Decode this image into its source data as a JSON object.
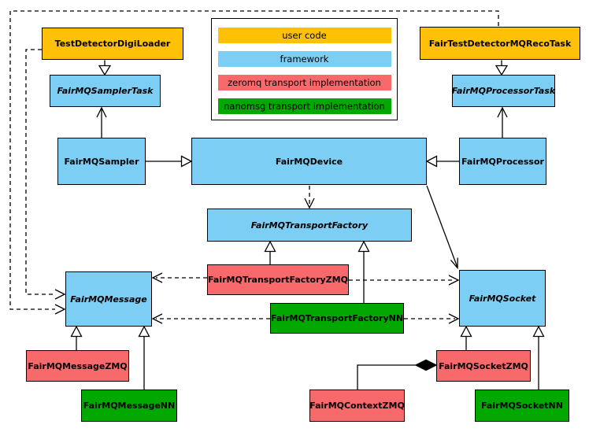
{
  "palette": {
    "user_code": "#FFC107",
    "framework": "#7CCEF4",
    "zeromq": "#F8696B",
    "nanomsg": "#00A800"
  },
  "legend": {
    "items": [
      {
        "label": "user code",
        "color": "#FFC107"
      },
      {
        "label": "framework",
        "color": "#7CCEF4"
      },
      {
        "label": "zeromq transport implementation",
        "color": "#F8696B"
      },
      {
        "label": "nanomsg transport implementation",
        "color": "#00A800"
      }
    ]
  },
  "nodes": {
    "testDetectorDigiLoader": {
      "label": "TestDetectorDigiLoader",
      "color": "#FFC107",
      "italic": false
    },
    "fairTestDetectorMQRecoTask": {
      "label": "FairTestDetectorMQRecoTask",
      "color": "#FFC107",
      "italic": false
    },
    "fairMQSamplerTask": {
      "label": "FairMQSamplerTask",
      "color": "#7CCEF4",
      "italic": true
    },
    "fairMQProcessorTask": {
      "label": "FairMQProcessorTask",
      "color": "#7CCEF4",
      "italic": true
    },
    "fairMQSampler": {
      "label": "FairMQSampler",
      "color": "#7CCEF4",
      "italic": false
    },
    "fairMQDevice": {
      "label": "FairMQDevice",
      "color": "#7CCEF4",
      "italic": false
    },
    "fairMQProcessor": {
      "label": "FairMQProcessor",
      "color": "#7CCEF4",
      "italic": false
    },
    "fairMQTransportFactory": {
      "label": "FairMQTransportFactory",
      "color": "#7CCEF4",
      "italic": true
    },
    "fairMQTransportFactoryZMQ": {
      "label": "FairMQTransportFactoryZMQ",
      "color": "#F8696B",
      "italic": false
    },
    "fairMQTransportFactoryNN": {
      "label": "FairMQTransportFactoryNN",
      "color": "#00A800",
      "italic": false
    },
    "fairMQMessage": {
      "label": "FairMQMessage",
      "color": "#7CCEF4",
      "italic": true
    },
    "fairMQSocket": {
      "label": "FairMQSocket",
      "color": "#7CCEF4",
      "italic": true
    },
    "fairMQMessageZMQ": {
      "label": "FairMQMessageZMQ",
      "color": "#F8696B",
      "italic": false
    },
    "fairMQMessageNN": {
      "label": "FairMQMessageNN",
      "color": "#00A800",
      "italic": false
    },
    "fairMQSocketZMQ": {
      "label": "FairMQSocketZMQ",
      "color": "#F8696B",
      "italic": false
    },
    "fairMQSocketNN": {
      "label": "FairMQSocketNN",
      "color": "#00A800",
      "italic": false
    },
    "fairMQContextZMQ": {
      "label": "FairMQContextZMQ",
      "color": "#F8696B",
      "italic": false
    }
  }
}
